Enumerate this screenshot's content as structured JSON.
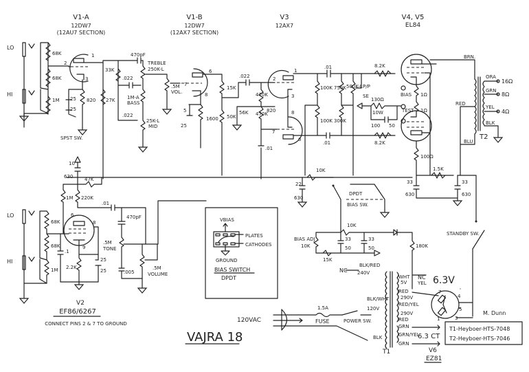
{
  "title": "VAJRA 18",
  "signature": "M. Dunn",
  "tubes": {
    "v1a": {
      "name": "V1-A",
      "type": "12DW7",
      "note": "(12AU7 SECTION)"
    },
    "v1b": {
      "name": "V1-B",
      "type": "12DW7",
      "note": "(12AX7 SECTION)"
    },
    "v2": {
      "name": "V2",
      "type": "EF86/6267",
      "note": "CONNECT PINS 2 & 7 TO GROUND"
    },
    "v3": {
      "name": "V3",
      "type": "12AX7"
    },
    "v45": {
      "name": "V4, V5",
      "type": "EL84"
    },
    "v6": {
      "name": "V6",
      "type": "EZ81"
    }
  },
  "inputs": {
    "lo": "LO",
    "hi": "HI"
  },
  "switches": {
    "spst": "SPST SW.",
    "dpdt_bias": "DPDT",
    "bias_sw": "BIAS SW.",
    "standby": "STANDBY SW.",
    "power": "POWER SW."
  },
  "tone_stack": {
    "treble": "TREBLE",
    "treble_val": "250K-L",
    "bass": "1M-A",
    "bass_lbl": "BASS",
    "mid": "25K-L",
    "mid_lbl": "MID",
    "vol": ".5M",
    "vol_lbl": "VOL.",
    "c470": "470pF",
    "c022a": ".022",
    "c022b": ".022",
    "r33k": "33K",
    "r27k": "27K"
  },
  "v1a_parts": {
    "r68k_a": "68K",
    "r68k_b": "68K",
    "r1m": "1M",
    "c25a": "25",
    "c25b": "25",
    "rk": "820",
    "pin1": "1",
    "pin2": "2",
    "pin3": "3"
  },
  "v1b_parts": {
    "r15k": "15K",
    "r50k": "50K",
    "r1600": "1600",
    "c5": "5",
    "c25": "25",
    "pin6": "6",
    "pin7": "7",
    "pin8": "8"
  },
  "v3_parts": {
    "c022": ".022",
    "r470k_a": "470K",
    "r470k_b": "470K",
    "r56k": "56K",
    "r820": "820",
    "c01": ".01",
    "pin1": "1",
    "pin2": "2",
    "pin3": "3",
    "pin6": "6",
    "pin7": "7",
    "pin8": "8"
  },
  "pi_parts": {
    "c01a": ".01",
    "c01b": ".01",
    "r100k_a": "100K",
    "r100k_b": "100K",
    "r750k": "750K",
    "r300k": "300K",
    "pot": "500K-L",
    "pp": "P/P",
    "se": "SE"
  },
  "output_parts": {
    "r82k_a": "8.2K",
    "r82k_b": "8.2K",
    "r130": "130Ω",
    "r130w": "10W",
    "c100": "100",
    "c50": "50",
    "bias": "BIAS",
    "test": "TEST",
    "r1a": "1Ω",
    "r1b": "1Ω",
    "r100": "100Ω",
    "r15k": "1.5K",
    "c33a": "33",
    "c33b": "33",
    "c630a": "630",
    "c630b": "630"
  },
  "ot": {
    "name": "T2",
    "brn": "BRN.",
    "red": "RED",
    "blu": "BLU",
    "ora": "ORA",
    "grn": "GRN",
    "yel": "YEL",
    "blk": "BLK",
    "o16": "16Ω",
    "o8": "8Ω",
    "o4": "4Ω"
  },
  "v2_parts": {
    "c10": "10",
    "c630": "630",
    "r47k": "47K",
    "r220k": "220K",
    "r1m_s": "1M",
    "r68k_a": "68K",
    "r68k_b": "68K",
    "r1m": "1M",
    "c1": ".1",
    "r22k": "2.2K",
    "c25a": "25",
    "c25b": "25",
    "c01": ".01",
    "c470": "470pF",
    "tone": ".5M",
    "tone_lbl": "TONE",
    "c005": ".005",
    "vol": ".5M",
    "vol_lbl": "VOLUME",
    "pin6": "6",
    "pin8": "8",
    "pin9": "9"
  },
  "bias_supply": {
    "r10k_a": "10K",
    "c22": "22",
    "c630": "630",
    "r10k_b": "10K",
    "c33a": "33",
    "c33b": "33",
    "c50a": "50",
    "c50b": "50",
    "pot": "BIAS ADJ",
    "pot_val": "10K",
    "r15k": "15K",
    "r180k": "180K"
  },
  "legend": {
    "vbias": "VBIAS",
    "plates": "PLATES",
    "cathodes": "CATHODES",
    "ground": "GROUND",
    "title": "BIAS SWITCH",
    "sub": "DPDT"
  },
  "pt": {
    "name": "T1",
    "ac": "120VAC",
    "fuse": "FUSE",
    "fuse_val": "1.5A",
    "nc": "NC",
    "blkred": "BLK/RED",
    "v240": "240V",
    "blkwht": "BLK/WHT",
    "v120": "120V",
    "blk": "BLK",
    "wht": "WHT",
    "v5": "5V",
    "yel": "YEL",
    "nc2": "NC",
    "v63": "6.3V",
    "red1": "RED",
    "v290a": "290V",
    "redyel": "RED/YEL",
    "v290b": "290V",
    "red2": "RED",
    "grn1": "GRN",
    "grnyel": "GRN/YEL",
    "grn2": "GRN",
    "v63ct": "6.3 CT",
    "p7": "7",
    "p1": "1",
    "p4": "4",
    "p5": "5",
    "p3": "3"
  },
  "transformer_note": [
    "T1-Heyboer-HTS-7048",
    "T2-Heyboer-HTS-7046"
  ]
}
